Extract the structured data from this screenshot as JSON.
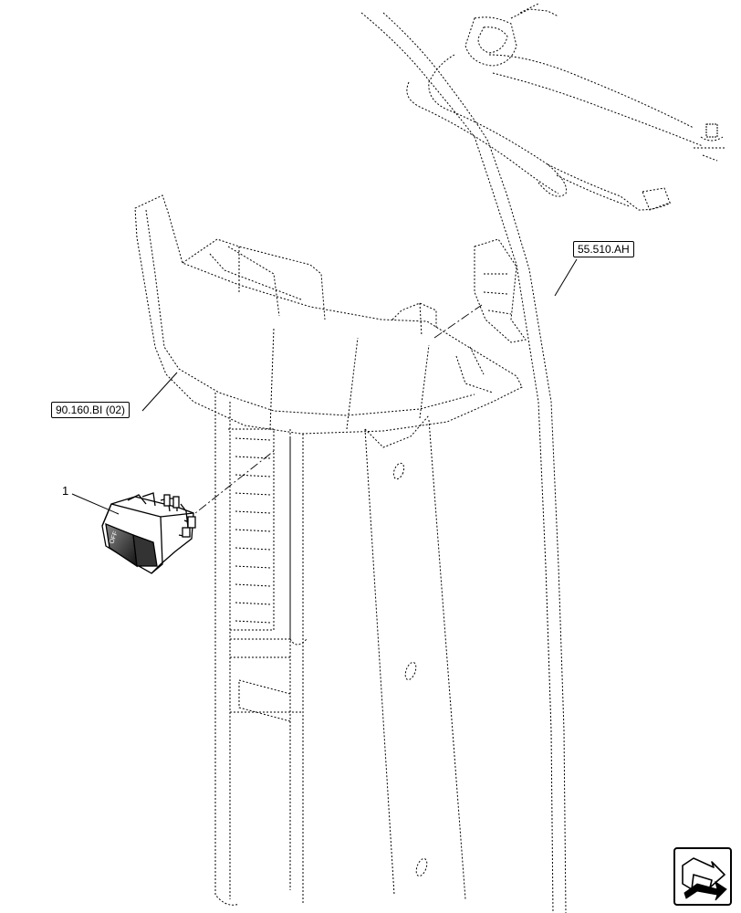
{
  "callouts": {
    "item_1": "1",
    "ref_column_panel": "90.160.BI (02)",
    "ref_harness": "55.510.AH"
  },
  "switch_legend": "OFF",
  "icons": {
    "navigation": "next-page-arrow-icon"
  }
}
